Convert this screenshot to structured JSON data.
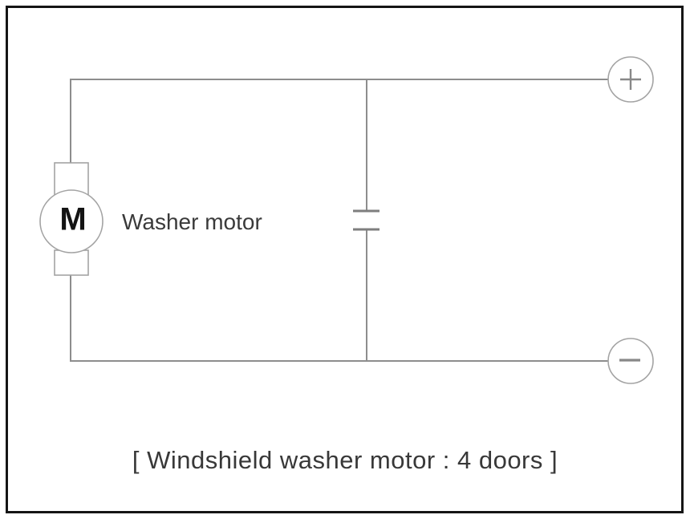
{
  "diagram": {
    "motor": {
      "symbol": "M",
      "label": "Washer motor",
      "icon": "motor-icon"
    },
    "capacitor": {
      "icon": "capacitor-icon"
    },
    "terminals": {
      "positive": {
        "icon": "plus-icon",
        "symbol": "+"
      },
      "negative": {
        "icon": "minus-icon",
        "symbol": "−"
      }
    },
    "caption": "[ Windshield washer motor : 4 doors ]"
  },
  "colors": {
    "background": "#ffffff",
    "border": "#151515",
    "wire": "#8d8d8d",
    "component_outline": "#a3a3a3",
    "capacitor_plate": "#7e7e7e",
    "terminal_symbol": "#888888",
    "motor_letter": "#141414",
    "label_text": "#3a3a3a"
  }
}
